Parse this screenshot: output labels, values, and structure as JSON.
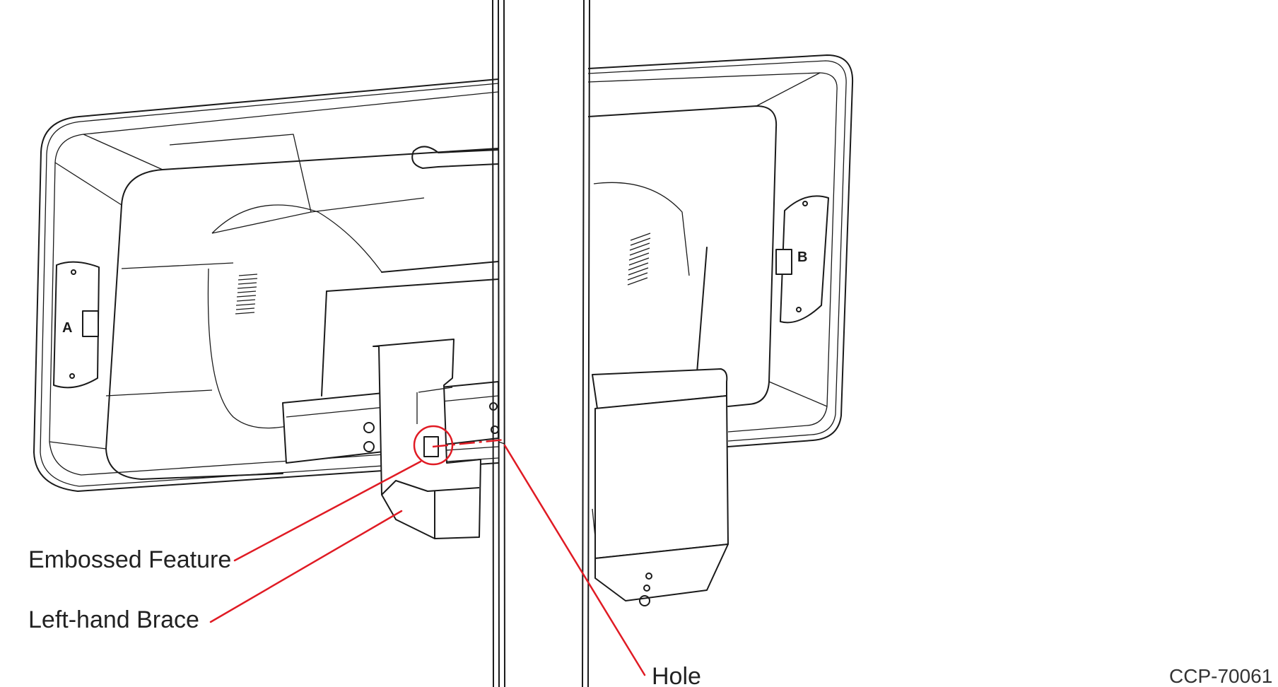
{
  "labels": {
    "embossed_feature": "Embossed Feature",
    "left_hand_brace": "Left-hand Brace",
    "hole": "Hole",
    "drawing_code": "CCP-70061"
  },
  "side_marks": {
    "left": "A",
    "right": "B"
  },
  "colors": {
    "line_art": "#1a1a1a",
    "callout": "#e01b24",
    "background": "#ffffff"
  }
}
